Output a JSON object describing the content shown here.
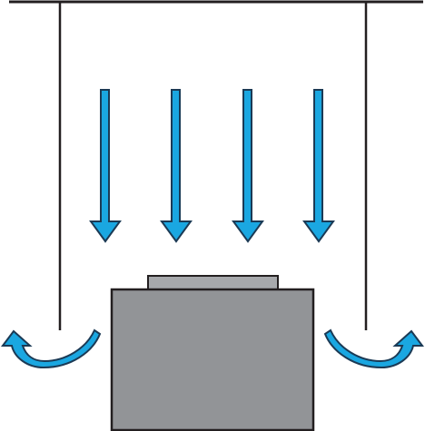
{
  "diagram": {
    "elements": {
      "ceiling": "ceiling-line",
      "walls": [
        "left-wall",
        "right-wall"
      ],
      "downflow_arrow_count": 4,
      "return_arrows": [
        "left-return-arrow",
        "right-return-arrow"
      ],
      "equipment": [
        "equipment-body",
        "equipment-top-plate"
      ]
    },
    "colors": {
      "line": "#231f20",
      "arrow_fill": "#1aa7e1",
      "arrow_stroke": "#1b3a55",
      "equipment_body": "#929497",
      "equipment_top": "#a7a9ac",
      "background": "#ffffff"
    }
  }
}
